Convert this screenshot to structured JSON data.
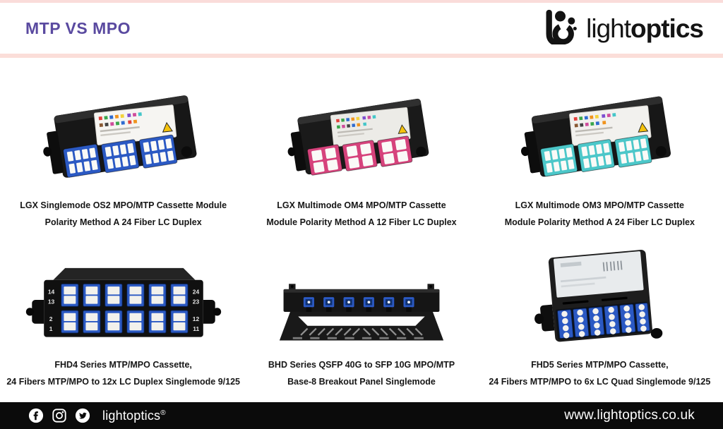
{
  "header": {
    "title": "MTP VS MPO",
    "logo": {
      "light": "light",
      "optics": "optics"
    }
  },
  "colors": {
    "title_purple": "#5a4aa0",
    "pink_line": "#fbded9",
    "footer_black": "#0b0b0b",
    "singlemode_blue": "#2b59c3",
    "om4_magenta": "#d6437c",
    "om3_aqua": "#4cc7c9"
  },
  "products": [
    {
      "line1": "LGX Singlemode OS2 MPO/MTP Cassette Module",
      "line2": "Polarity Method A 24 Fiber LC Duplex",
      "connector_color": "#2b59c3"
    },
    {
      "line1": "LGX Multimode OM4 MPO/MTP Cassette",
      "line2": "Module Polarity Method A 12 Fiber LC Duplex",
      "connector_color": "#d6437c"
    },
    {
      "line1": "LGX Multimode OM3 MPO/MTP Cassette",
      "line2": "Module Polarity Method A 24 Fiber LC Duplex",
      "connector_color": "#4cc7c9"
    },
    {
      "line1": "FHD4 Series MTP/MPO Cassette,",
      "line2": "24 Fibers MTP/MPO to 12x LC Duplex Singlemode 9/125",
      "connector_color": "#2b59c3",
      "port_labels_left": [
        "14",
        "13",
        "2",
        "1"
      ],
      "port_labels_right": [
        "24",
        "23",
        "12",
        "11"
      ]
    },
    {
      "line1": "BHD Series QSFP 40G to SFP 10G MPO/MTP",
      "line2": "Base-8 Breakout Panel Singlemode",
      "connector_color": "#2b59c3"
    },
    {
      "line1": "FHD5 Series MTP/MPO Cassette,",
      "line2": "24 Fibers MTP/MPO to 6x LC Quad Singlemode 9/125",
      "connector_color": "#2b59c3"
    }
  ],
  "footer": {
    "brand": "lightoptics",
    "registered_mark": "®",
    "website": "www.lightoptics.co.uk",
    "social_icons": [
      "facebook-icon",
      "instagram-icon",
      "twitter-icon"
    ]
  }
}
